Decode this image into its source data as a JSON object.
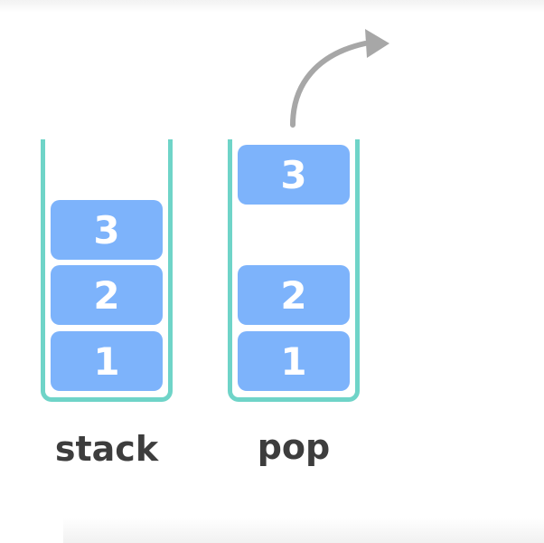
{
  "stack_panel": {
    "caption": "stack",
    "blocks": [
      {
        "label": "3"
      },
      {
        "label": "2"
      },
      {
        "label": "1"
      }
    ]
  },
  "pop_panel": {
    "caption": "pop",
    "popped_block": {
      "label": "3"
    },
    "blocks": [
      {
        "label": "2"
      },
      {
        "label": "1"
      }
    ]
  },
  "colors": {
    "container_border": "#6fd4c8",
    "block_fill": "#7db3fb",
    "block_text": "#ffffff",
    "caption_text": "#3d3d3d",
    "arrow": "#a7a7a7"
  },
  "icons": {
    "pop_arrow": "curved-arrow-up-right-icon"
  }
}
